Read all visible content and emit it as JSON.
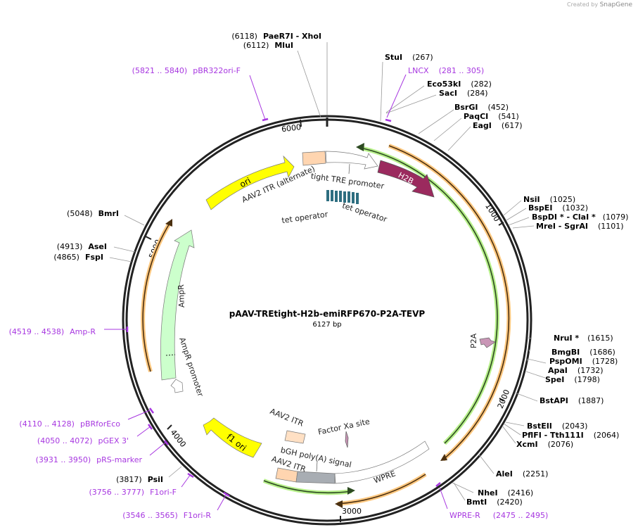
{
  "watermark": {
    "prefix": "Created by",
    "brand": "SnapGene"
  },
  "plasmid": {
    "name": "pAAV-TREtight-H2b-emiRFP670-P2A-TEVP",
    "length_label": "6127 bp",
    "length": 6127
  },
  "colors": {
    "backbone": "#222222",
    "primer": "#a737e0",
    "enzyme_line": "#888888",
    "ori": "#ffff00",
    "ampr": "#ccffcc",
    "itr": "#ffd5b0",
    "h2b": "#9b2a5e",
    "tet_operator": "#2e6e80",
    "bgh": "#a8adb3",
    "orf_green": "#b7f08a",
    "orf_orange": "#ffc880"
  },
  "ticks": [
    {
      "label": "1000",
      "pos": 1000
    },
    {
      "label": "2000",
      "pos": 2000
    },
    {
      "label": "3000",
      "pos": 3000
    },
    {
      "label": "4000",
      "pos": 4000
    },
    {
      "label": "5000",
      "pos": 5000
    },
    {
      "label": "6000",
      "pos": 6000
    }
  ],
  "enzymes_right": [
    {
      "name": "StuI",
      "pos": "(267)"
    },
    {
      "name": "Eco53kI",
      "pos": "(282)"
    },
    {
      "name": "SacI",
      "pos": "(284)"
    },
    {
      "name": "BsrGI",
      "pos": "(452)"
    },
    {
      "name": "PaqCI",
      "pos": "(541)"
    },
    {
      "name": "EagI",
      "pos": "(617)"
    },
    {
      "name": "NsiI",
      "pos": "(1025)"
    },
    {
      "name": "BspEI",
      "pos": "(1032)"
    },
    {
      "name": "BspDI * - ClaI *",
      "pos": "(1079)"
    },
    {
      "name": "MreI - SgrAI",
      "pos": "(1101)"
    },
    {
      "name": "NruI *",
      "pos": "(1615)"
    },
    {
      "name": "BmgBI",
      "pos": "(1686)"
    },
    {
      "name": "PspOMI",
      "pos": "(1728)"
    },
    {
      "name": "ApaI",
      "pos": "(1732)"
    },
    {
      "name": "SpeI",
      "pos": "(1798)"
    },
    {
      "name": "BstAPI",
      "pos": "(1887)"
    },
    {
      "name": "BstEII",
      "pos": "(2043)"
    },
    {
      "name": "PflFI - Tth111I",
      "pos": "(2064)"
    },
    {
      "name": "XcmI",
      "pos": "(2076)"
    },
    {
      "name": "AleI",
      "pos": "(2251)"
    },
    {
      "name": "NheI",
      "pos": "(2416)"
    },
    {
      "name": "BmtI",
      "pos": "(2420)"
    }
  ],
  "enzymes_left": [
    {
      "name": "PaeR7I - XhoI",
      "pos": "(6118)"
    },
    {
      "name": "MluI",
      "pos": "(6112)"
    },
    {
      "name": "BmrI",
      "pos": "(5048)"
    },
    {
      "name": "AseI",
      "pos": "(4913)"
    },
    {
      "name": "FspI",
      "pos": "(4865)"
    },
    {
      "name": "PsiI",
      "pos": "(3817)"
    }
  ],
  "primers": [
    {
      "name": "LNCX",
      "range": "(281 .. 305)"
    },
    {
      "name": "WPRE-R",
      "range": "(2475 .. 2495)"
    },
    {
      "name": "F1ori-R",
      "range": "(3546 .. 3565)"
    },
    {
      "name": "F1ori-F",
      "range": "(3756 .. 3777)"
    },
    {
      "name": "pRS-marker",
      "range": "(3931 .. 3950)"
    },
    {
      "name": "pGEX 3'",
      "range": "(4050 .. 4072)"
    },
    {
      "name": "pBRforEco",
      "range": "(4110 .. 4128)"
    },
    {
      "name": "Amp-R",
      "range": "(4519 .. 4538)"
    },
    {
      "name": "pBR322ori-F",
      "range": "(5821 .. 5840)"
    }
  ],
  "features": {
    "ori": "ori",
    "itr_alt": "AAV2 ITR (alternate)",
    "tre": "tight TRE promoter",
    "tet_op_1": "tet operator",
    "tet_op_2": "tet operator",
    "h2b": "H2B",
    "p2a": "P2A",
    "ampr": "AmpR",
    "ampr_promoter": "AmpR promoter",
    "f1ori": "f1 ori",
    "itr_1": "AAV2 ITR",
    "itr_2": "AAV2 ITR",
    "factor_xa": "Factor Xa site",
    "bgh": "bGH poly(A) signal",
    "wpre": "WPRE"
  }
}
